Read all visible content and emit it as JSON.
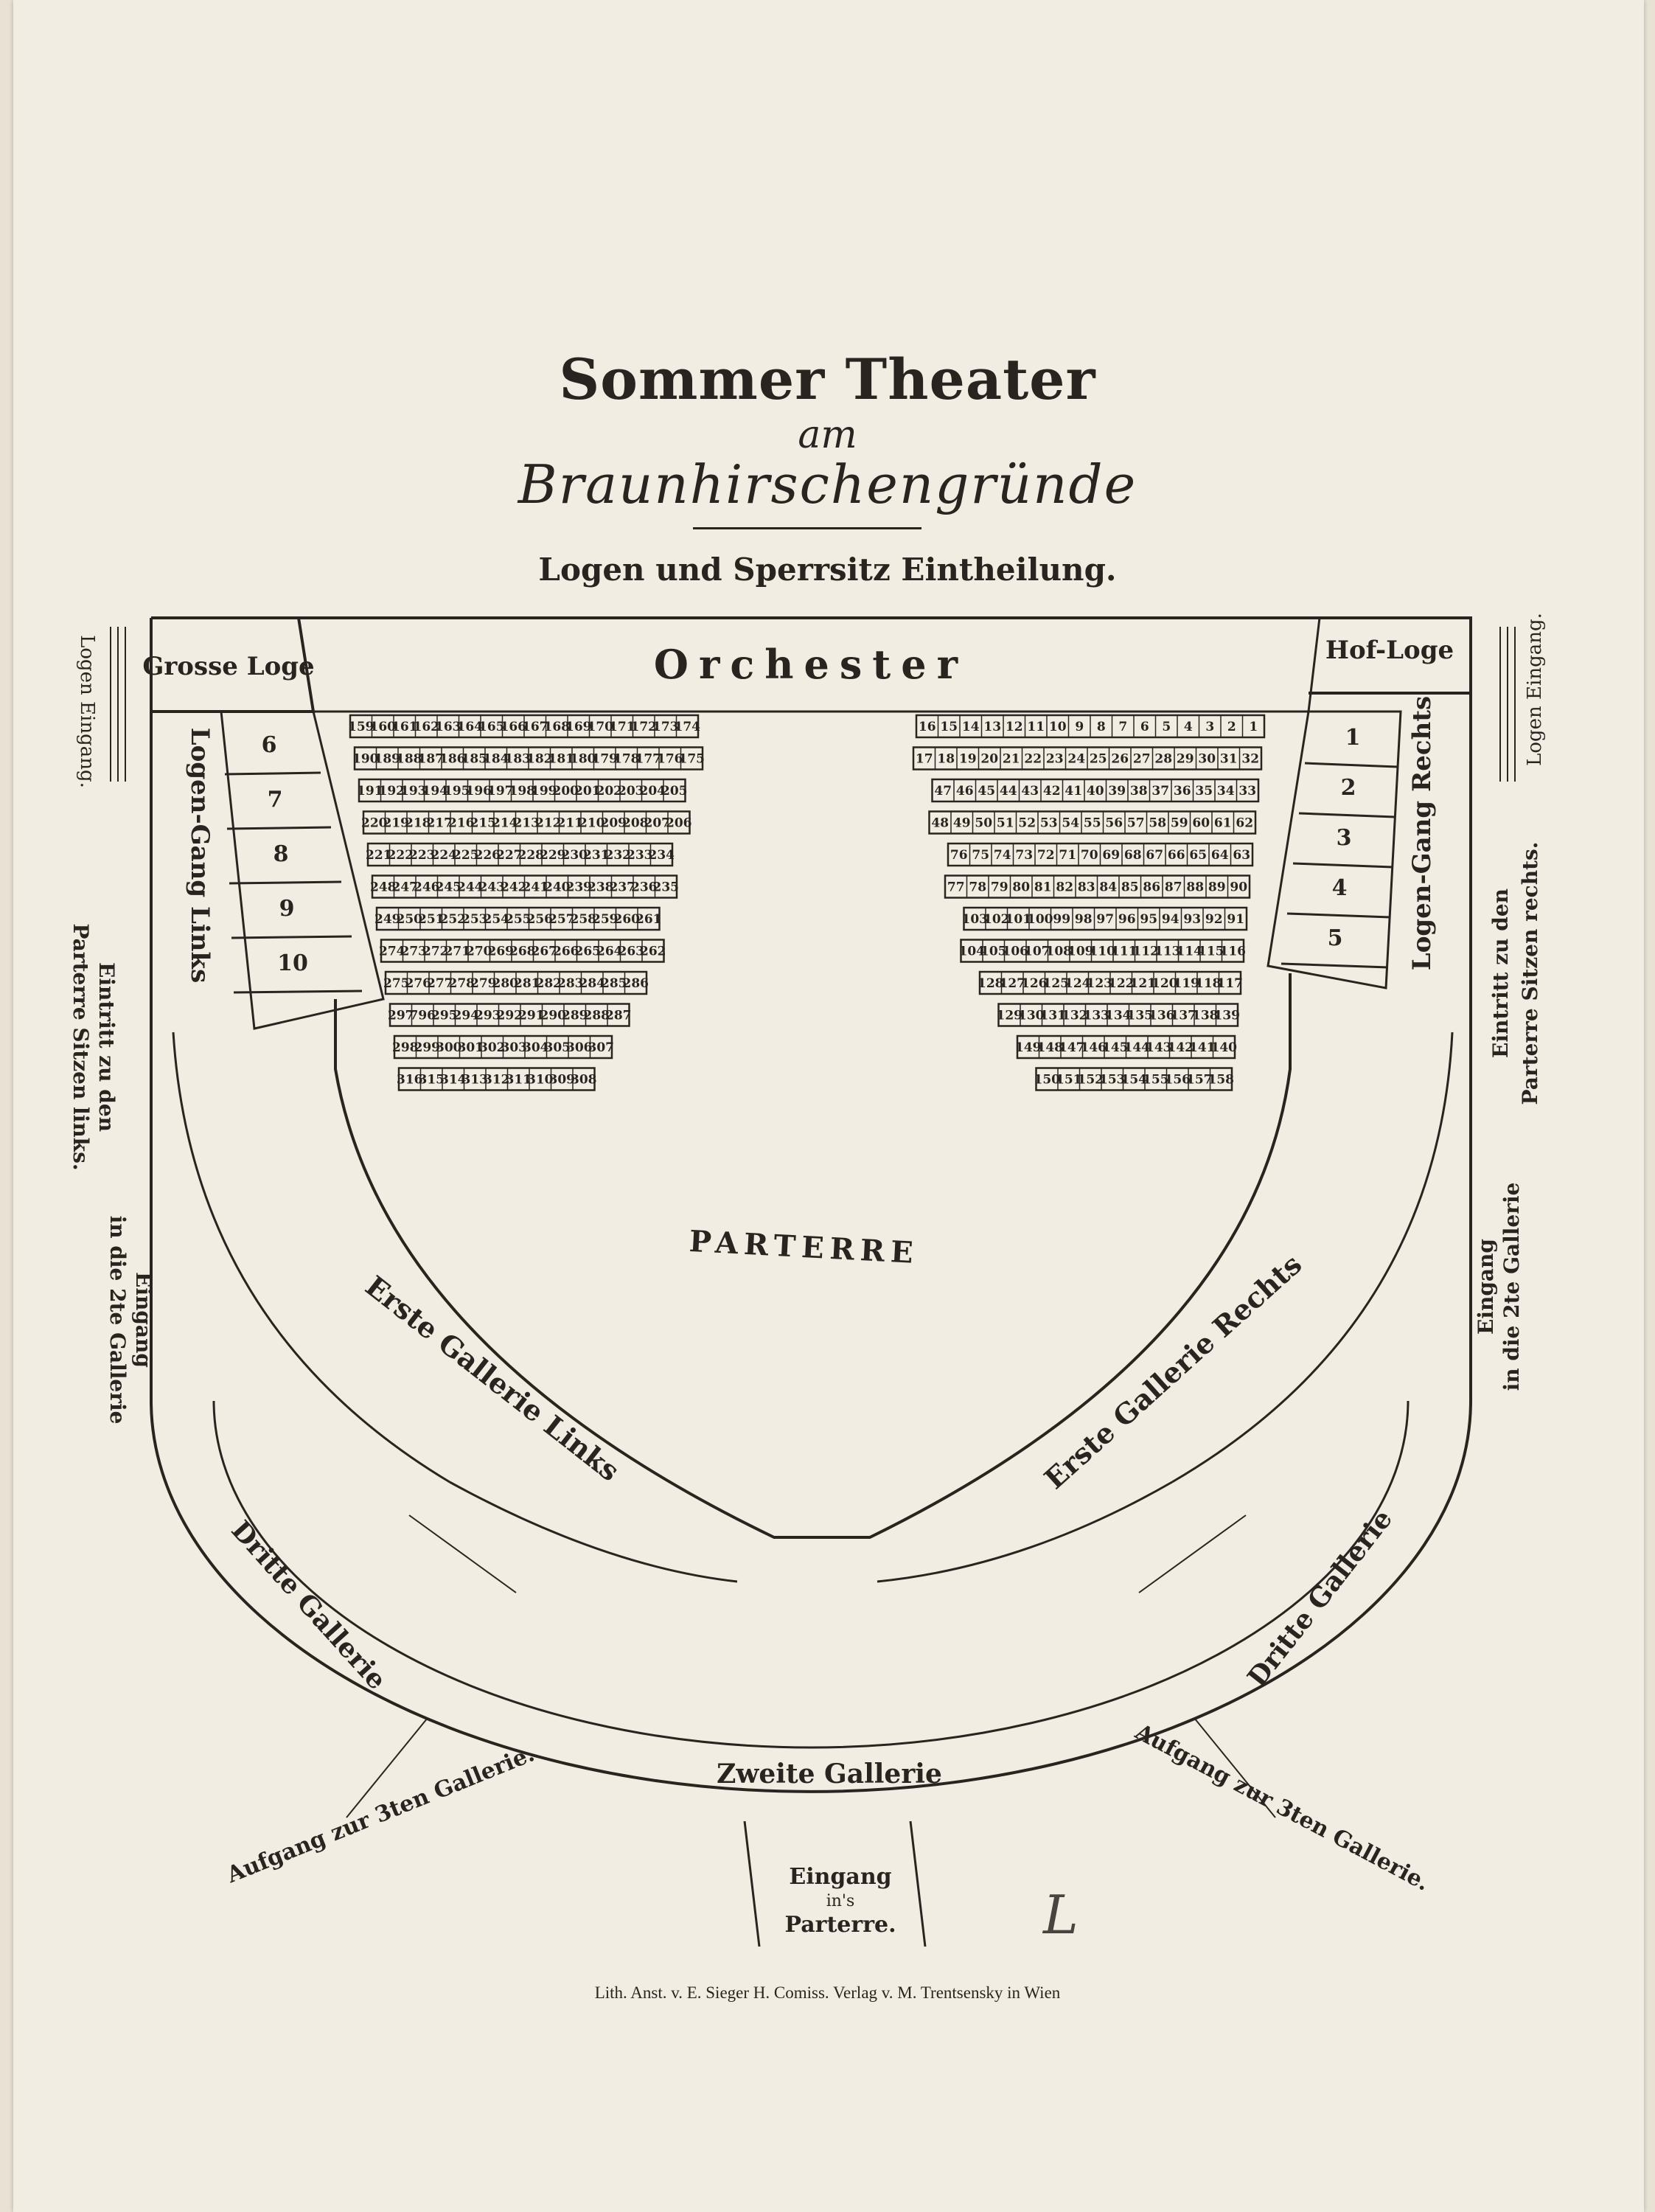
{
  "header": {
    "title": "Sommer Theater",
    "title_am": "am",
    "title_place": "Braunhirschengründe",
    "subtitle": "Logen und Sperrsitz Eintheilung."
  },
  "areas": {
    "orchester": "Orchester",
    "grosse_loge": "Grosse Loge",
    "hof_loge": "Hof-Loge",
    "logen_gang_links": "Logen-Gang Links",
    "logen_gang_rechts": "Logen-Gang Rechts",
    "logen_eingang": "Logen Eingang.",
    "parterre": "PARTERRE",
    "erste_gallerie_links": "Erste Gallerie Links",
    "erste_gallerie_rechts": "Erste Gallerie Rechts",
    "dritte_gallerie": "Dritte Gallerie",
    "zweite_gallerie": "Zweite Gallerie",
    "eintritt_links": [
      "Eintritt zu den",
      "Parterre Sitzen links."
    ],
    "eintritt_rechts": [
      "Eintritt zu den",
      "Parterre Sitzen rechts."
    ],
    "eingang_galerie": [
      "Eingang",
      "in die 2te Gallerie"
    ],
    "aufgang": "Aufgang zur 3ten Gallerie.",
    "eingang_parterre": [
      "Eingang",
      "in's",
      "Parterre."
    ]
  },
  "boxes": {
    "left": [
      "6",
      "7",
      "8",
      "9",
      "10"
    ],
    "right": [
      "1",
      "2",
      "3",
      "4",
      "5"
    ]
  },
  "sperrsitz_left": [
    [
      "159",
      "160",
      "161",
      "162",
      "163",
      "164",
      "165",
      "166",
      "167",
      "168",
      "169",
      "170",
      "171",
      "172",
      "173",
      "174"
    ],
    [
      "190",
      "189",
      "188",
      "187",
      "186",
      "185",
      "184",
      "183",
      "182",
      "181",
      "180",
      "179",
      "178",
      "177",
      "176",
      "175"
    ],
    [
      "191",
      "192",
      "193",
      "194",
      "195",
      "196",
      "197",
      "198",
      "199",
      "200",
      "201",
      "202",
      "203",
      "204",
      "205"
    ],
    [
      "220",
      "219",
      "218",
      "217",
      "216",
      "215",
      "214",
      "213",
      "212",
      "211",
      "210",
      "209",
      "208",
      "207",
      "206"
    ],
    [
      "221",
      "222",
      "223",
      "224",
      "225",
      "226",
      "227",
      "228",
      "229",
      "230",
      "231",
      "232",
      "233",
      "234"
    ],
    [
      "248",
      "247",
      "246",
      "245",
      "244",
      "243",
      "242",
      "241",
      "240",
      "239",
      "238",
      "237",
      "236",
      "235"
    ],
    [
      "249",
      "250",
      "251",
      "252",
      "253",
      "254",
      "255",
      "256",
      "257",
      "258",
      "259",
      "260",
      "261"
    ],
    [
      "274",
      "273",
      "272",
      "271",
      "270",
      "269",
      "268",
      "267",
      "266",
      "265",
      "264",
      "263",
      "262"
    ],
    [
      "275",
      "276",
      "277",
      "278",
      "279",
      "280",
      "281",
      "282",
      "283",
      "284",
      "285",
      "286"
    ],
    [
      "297",
      "796",
      "295",
      "294",
      "293",
      "292",
      "291",
      "290",
      "289",
      "288",
      "287"
    ],
    [
      "298",
      "299",
      "300",
      "301",
      "302",
      "303",
      "304",
      "305",
      "306",
      "307"
    ],
    [
      "316",
      "315",
      "314",
      "313",
      "312",
      "311",
      "310",
      "309",
      "308"
    ]
  ],
  "sperrsitz_right": [
    [
      "16",
      "15",
      "14",
      "13",
      "12",
      "11",
      "10",
      "9",
      "8",
      "7",
      "6",
      "5",
      "4",
      "3",
      "2",
      "1"
    ],
    [
      "17",
      "18",
      "19",
      "20",
      "21",
      "22",
      "23",
      "24",
      "25",
      "26",
      "27",
      "28",
      "29",
      "30",
      "31",
      "32"
    ],
    [
      "47",
      "46",
      "45",
      "44",
      "43",
      "42",
      "41",
      "40",
      "39",
      "38",
      "37",
      "36",
      "35",
      "34",
      "33"
    ],
    [
      "48",
      "49",
      "50",
      "51",
      "52",
      "53",
      "54",
      "55",
      "56",
      "57",
      "58",
      "59",
      "60",
      "61",
      "62"
    ],
    [
      "76",
      "75",
      "74",
      "73",
      "72",
      "71",
      "70",
      "69",
      "68",
      "67",
      "66",
      "65",
      "64",
      "63"
    ],
    [
      "77",
      "78",
      "79",
      "80",
      "81",
      "82",
      "83",
      "84",
      "85",
      "86",
      "87",
      "88",
      "89",
      "90"
    ],
    [
      "103",
      "102",
      "101",
      "100",
      "99",
      "98",
      "97",
      "96",
      "95",
      "94",
      "93",
      "92",
      "91"
    ],
    [
      "104",
      "105",
      "106",
      "107",
      "108",
      "109",
      "110",
      "111",
      "112",
      "113",
      "114",
      "115",
      "116"
    ],
    [
      "128",
      "127",
      "126",
      "125",
      "124",
      "123",
      "122",
      "121",
      "120",
      "119",
      "118",
      "117"
    ],
    [
      "129",
      "130",
      "131",
      "132",
      "133",
      "134",
      "135",
      "136",
      "137",
      "138",
      "139"
    ],
    [
      "149",
      "148",
      "147",
      "146",
      "145",
      "144",
      "143",
      "142",
      "141",
      "140"
    ],
    [
      "150",
      "151",
      "152",
      "153",
      "154",
      "155",
      "156",
      "157",
      "158"
    ]
  ],
  "credit": "Lith. Anst. v. E. Sieger H. Comiss. Verlag v. M. Trentsensky in Wien",
  "signature": "L"
}
